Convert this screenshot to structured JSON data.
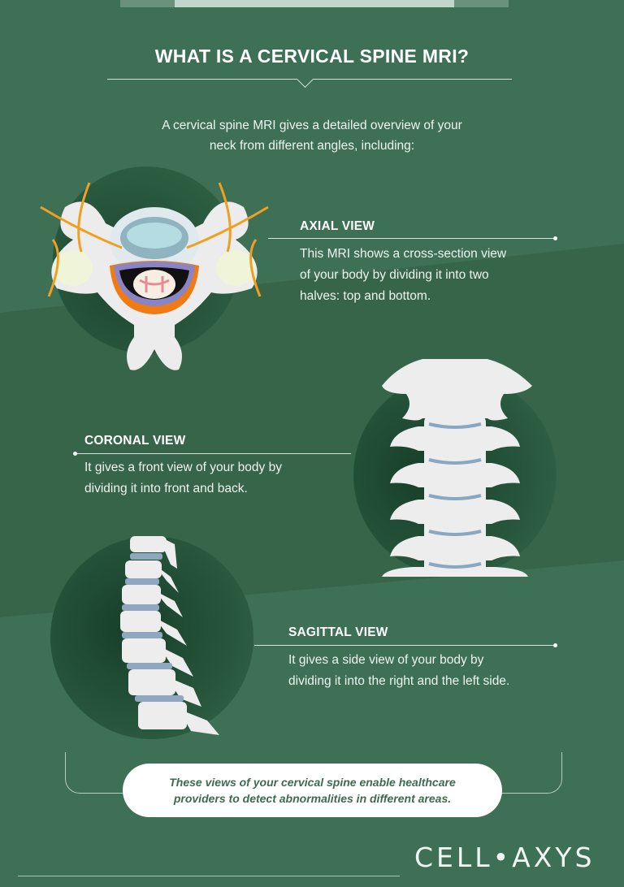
{
  "header": {
    "title": "WHAT IS A CERVICAL SPINE MRI?",
    "intro_line1": "A cervical spine MRI gives a detailed overview of your",
    "intro_line2": "neck from different angles, including:"
  },
  "sections": [
    {
      "heading": "AXIAL VIEW",
      "lines": [
        "This MRI shows a cross-section view",
        "of your body by dividing it into two",
        "halves: top and bottom."
      ],
      "illustration": "axial-vertebra-icon"
    },
    {
      "heading": "CORONAL VIEW",
      "lines": [
        "It gives a front view of your body by",
        "dividing it into front and back."
      ],
      "illustration": "coronal-spine-icon"
    },
    {
      "heading": "SAGITTAL VIEW",
      "lines": [
        "It gives a side view of your body by",
        "dividing it into the right and the left side."
      ],
      "illustration": "sagittal-spine-icon"
    }
  ],
  "callout": {
    "line1": "These views of your cervical spine enable healthcare",
    "line2": "providers to detect abnormalities in different areas."
  },
  "brand": {
    "logo_text": "CELL•AXYS"
  },
  "colors": {
    "background": "#3e7056",
    "dark_circle": "#1e4631",
    "bone": "#eeeeee",
    "disc": "#8fa8bf",
    "nerve": "#f0a020",
    "callout_text": "#3e6a50"
  }
}
